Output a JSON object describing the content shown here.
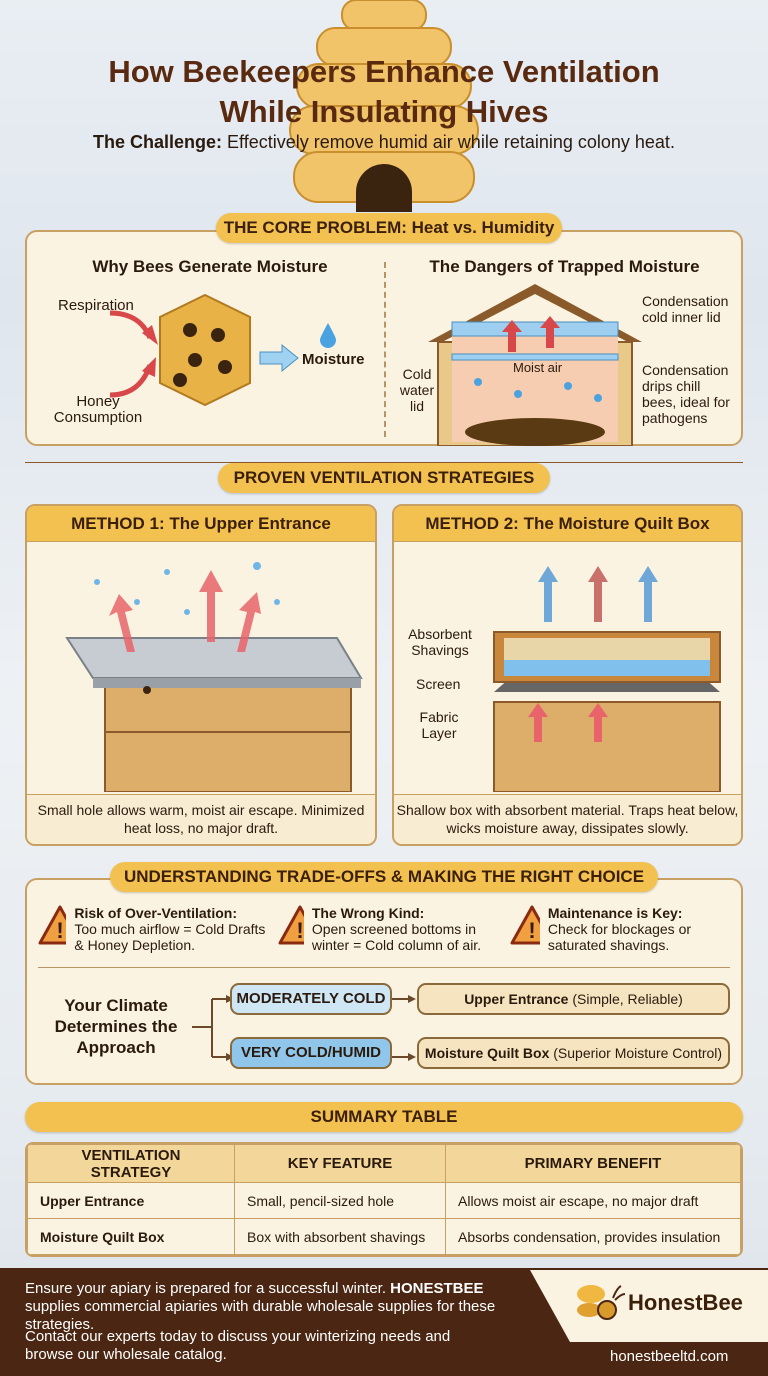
{
  "header": {
    "title_line1": "How Beekeepers Enhance Ventilation",
    "title_line2": "While Insulating Hives",
    "challenge_label": "The Challenge:",
    "challenge_text": " Effectively remove humid air while retaining colony heat."
  },
  "core": {
    "banner": "THE CORE PROBLEM: Heat vs. Humidity",
    "left": {
      "heading": "Why Bees Generate Moisture",
      "respiration": "Respiration",
      "honey": "Honey Consumption",
      "moisture": "Moisture"
    },
    "right": {
      "heading": "The Dangers of Trapped Moisture",
      "condensation": "Condensation cold inner lid",
      "moist_air": "Moist air",
      "cold_lid": "Cold water lid",
      "drips": "Condensation drips chill bees, ideal for pathogens"
    }
  },
  "strategies": {
    "banner": "PROVEN VENTILATION STRATEGIES",
    "method1": {
      "title": "METHOD 1: The Upper Entrance",
      "caption": "Small hole allows warm, moist air escape. Minimized heat loss, no major draft."
    },
    "method2": {
      "title": "METHOD 2: The Moisture Quilt Box",
      "absorbent": "Absorbent Shavings",
      "screen": "Screen",
      "fabric": "Fabric Layer",
      "caption": "Shallow box with absorbent material. Traps heat below, wicks moisture away, dissipates slowly."
    }
  },
  "tradeoffs": {
    "banner": "UNDERSTANDING TRADE-OFFS & MAKING THE RIGHT CHOICE",
    "warnings": [
      {
        "title": "Risk of Over-Ventilation:",
        "text": "Too much airflow = Cold Drafts & Honey Depletion."
      },
      {
        "title": "The Wrong Kind:",
        "text": "Open screened bottoms in winter = Cold column of air."
      },
      {
        "title": "Maintenance is Key:",
        "text": "Check for blockages or saturated shavings."
      }
    ],
    "climate_label": "Your Climate Determines the Approach",
    "choices": [
      {
        "climate": "MODERATELY COLD",
        "method": "Upper Entrance",
        "note": " (Simple, Reliable)"
      },
      {
        "climate": "VERY COLD/HUMID",
        "method": "Moisture Quilt Box",
        "note": " (Superior Moisture Control)"
      }
    ]
  },
  "summary": {
    "banner": "SUMMARY TABLE",
    "columns": [
      "VENTILATION STRATEGY",
      "KEY FEATURE",
      "PRIMARY BENEFIT"
    ],
    "rows": [
      [
        "Upper Entrance",
        "Small, pencil-sized hole",
        "Allows moist air escape, no major draft"
      ],
      [
        "Moisture Quilt Box",
        "Box with absorbent shavings",
        "Absorbs condensation, provides insulation"
      ]
    ]
  },
  "footer": {
    "p1a": "Ensure your apiary is prepared for a successful winter. ",
    "p1b": "HONESTBEE",
    "p1c": " supplies commercial apiaries with durable wholesale supplies for these strategies.",
    "p2": "Contact our experts today to discuss your winterizing needs and browse our wholesale catalog.",
    "brand": "HonestBee",
    "url": "honestbeeltd.com"
  },
  "colors": {
    "accent": "#f3c14f",
    "brown": "#4b2713",
    "panel": "#fbf3e2",
    "blue_pill": "#cfe7f5"
  }
}
